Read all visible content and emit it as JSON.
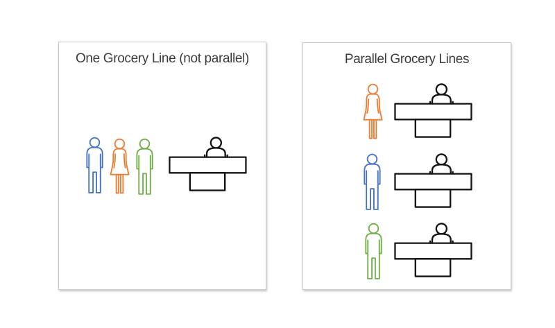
{
  "colors": {
    "blue": "#4472C4",
    "orange": "#ED7D31",
    "green": "#70AD47",
    "ink": "#141414",
    "title_text": "#3b3b3b",
    "panel_border": "#c8c8c8"
  },
  "left_panel": {
    "title": "One Grocery Line (not parallel)",
    "customers": [
      {
        "icon": "man-outline-icon",
        "color": "blue"
      },
      {
        "icon": "woman-outline-icon",
        "color": "orange"
      },
      {
        "icon": "man-outline-icon",
        "color": "green"
      }
    ],
    "registers": [
      {
        "icon": "cashier-desk-icon"
      }
    ]
  },
  "right_panel": {
    "title": "Parallel Grocery Lines",
    "lines": [
      {
        "customer": {
          "icon": "woman-outline-icon",
          "color": "orange"
        },
        "register": {
          "icon": "cashier-desk-icon"
        }
      },
      {
        "customer": {
          "icon": "man-outline-icon",
          "color": "blue"
        },
        "register": {
          "icon": "cashier-desk-icon"
        }
      },
      {
        "customer": {
          "icon": "man-outline-icon",
          "color": "green"
        },
        "register": {
          "icon": "cashier-desk-icon"
        }
      }
    ]
  }
}
